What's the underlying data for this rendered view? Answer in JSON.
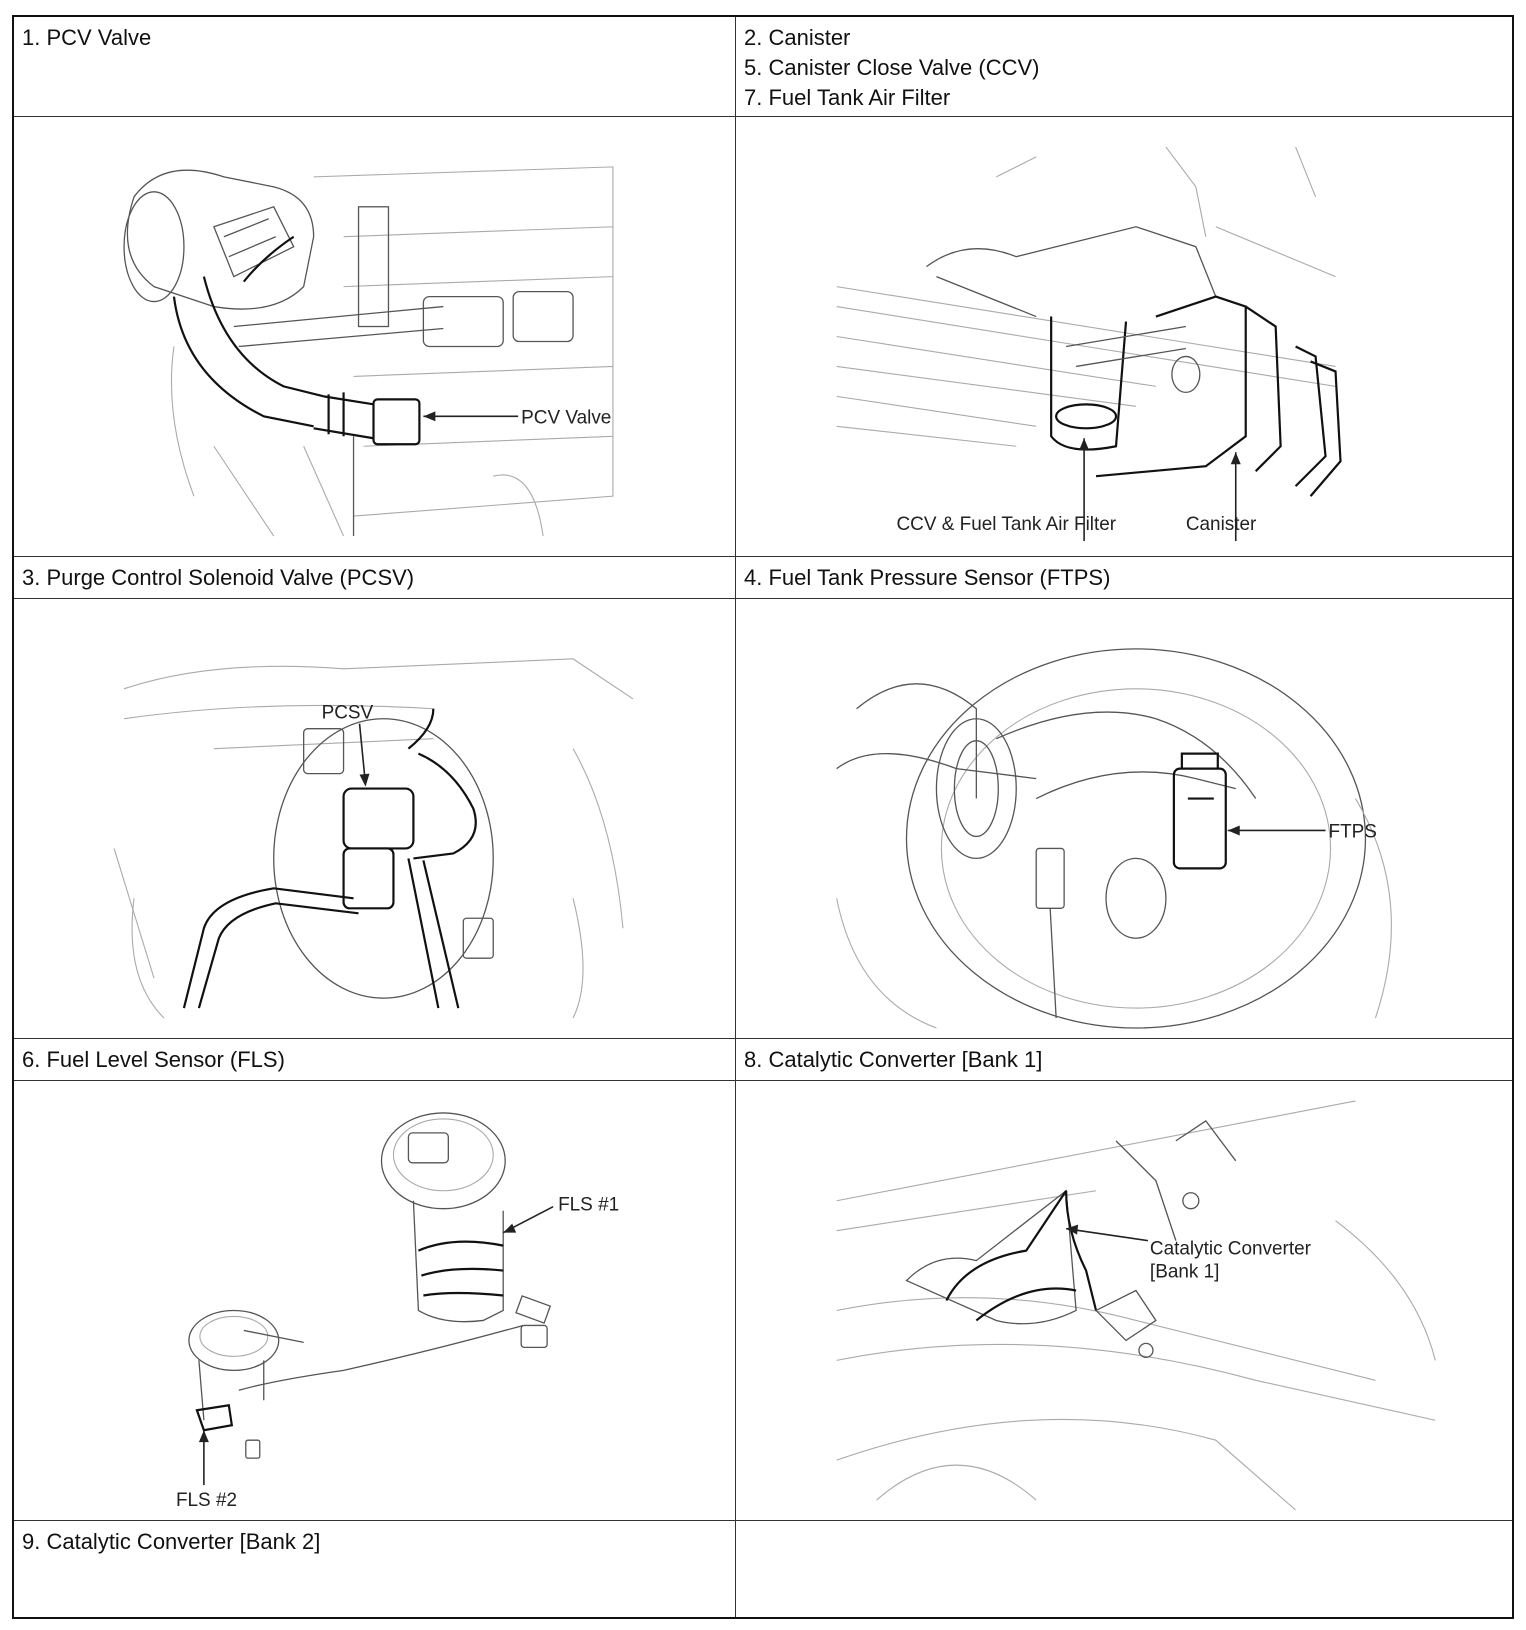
{
  "rows": [
    {
      "left": {
        "title_lines": [
          "1. PCV Valve"
        ]
      },
      "right": {
        "title_lines": [
          "2. Canister",
          "5. Canister Close Valve (CCV)",
          "7. Fuel Tank Air Filter"
        ]
      }
    },
    {
      "left": {
        "figure_labels": [
          "PCV Valve"
        ]
      },
      "right": {
        "figure_labels": [
          "CCV & Fuel Tank Air Filter",
          "Canister"
        ]
      }
    },
    {
      "left": {
        "title_lines": [
          "3. Purge Control Solenoid Valve (PCSV)"
        ]
      },
      "right": {
        "title_lines": [
          "4. Fuel Tank Pressure Sensor (FTPS)"
        ]
      }
    },
    {
      "left": {
        "figure_labels": [
          "PCSV"
        ]
      },
      "right": {
        "figure_labels": [
          "FTPS"
        ]
      }
    },
    {
      "left": {
        "title_lines": [
          "6. Fuel Level Sensor (FLS)"
        ]
      },
      "right": {
        "title_lines": [
          "8. Catalytic Converter [Bank 1]"
        ]
      }
    },
    {
      "left": {
        "figure_labels": [
          "FLS #1",
          "FLS #2"
        ]
      },
      "right": {
        "figure_labels": [
          "Catalytic Converter",
          "[Bank 1]"
        ]
      }
    },
    {
      "left": {
        "title_lines": [
          "9. Catalytic Converter [Bank 2]"
        ]
      },
      "right": {
        "title_lines": []
      }
    }
  ]
}
